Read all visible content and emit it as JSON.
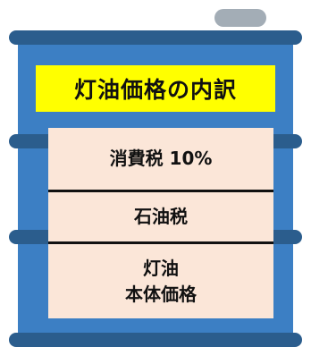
{
  "title": "灯油価格の内訳",
  "segments": [
    {
      "lines": [
        "消費税 10%"
      ]
    },
    {
      "lines": [
        "石油税"
      ]
    },
    {
      "lines": [
        "灯油",
        "本体価格"
      ]
    }
  ],
  "colors": {
    "drum_body": "#3c7fc4",
    "drum_rims": "#2b5d8d",
    "cap": "#a3adb6",
    "title_background": "#ffff00",
    "breakdown_background": "#fbe6d8"
  }
}
